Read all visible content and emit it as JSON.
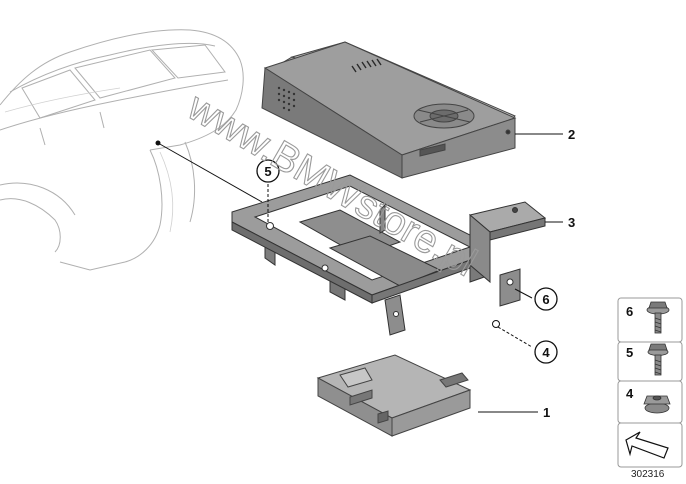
{
  "diagram": {
    "watermark": "www.BMWstore.pl",
    "reference_number": "302316",
    "callouts": {
      "part_1": "1",
      "part_2": "2",
      "part_3": "3",
      "part_4": "4",
      "part_5": "5",
      "part_6": "6"
    },
    "legend": [
      {
        "number": "6",
        "icon": "flange-screw-icon"
      },
      {
        "number": "5",
        "icon": "hex-bolt-icon"
      },
      {
        "number": "4",
        "icon": "hex-nut-icon"
      }
    ]
  }
}
